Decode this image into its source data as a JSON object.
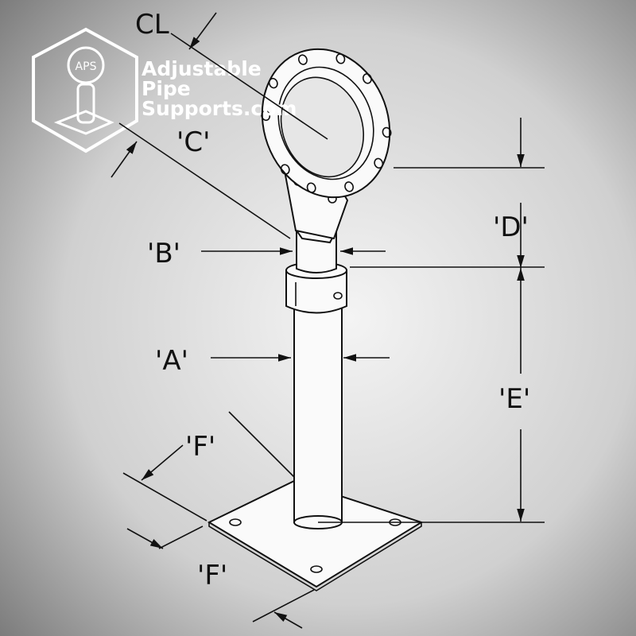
{
  "logo": {
    "monogram": "APS",
    "line1": "Adjustable",
    "line2": "Pipe",
    "line3": "Supports.com"
  },
  "labels": {
    "centerline": "CL",
    "a": "'A'",
    "b": "'B'",
    "c": "'C'",
    "d": "'D'",
    "e": "'E'",
    "f1": "'F'",
    "f2": "'F'"
  },
  "colors": {
    "background_center": "#f4f4f4",
    "background_edge": "#7a7a7a",
    "line": "#111111",
    "logo": "#ffffff"
  }
}
